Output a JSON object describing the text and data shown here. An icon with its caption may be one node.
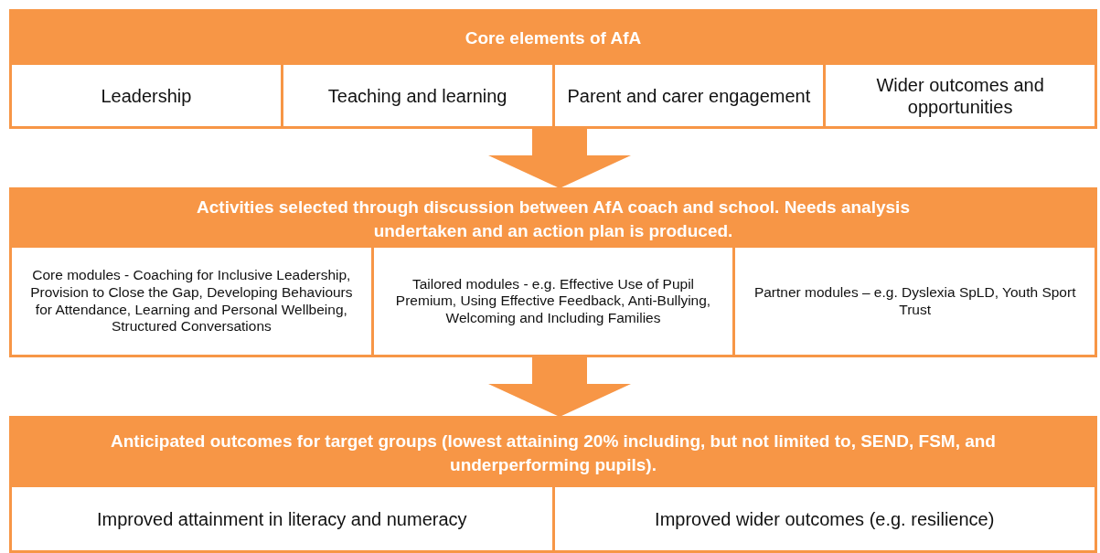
{
  "diagram": {
    "nodes": [
      {
        "text": [
          "Core elements of AfA"
        ]
      },
      {
        "text": [
          "Leadership"
        ],
        "in": 0
      },
      {
        "text": [
          "Teaching and learning"
        ],
        "in": 0
      },
      {
        "text": [
          "Parent and carer engagement"
        ],
        "in": 0
      },
      {
        "text": [
          "Wider outcomes and opportunities"
        ],
        "in": 0
      },
      {
        "text": [
          "Activities selected through discussion between AfA coach and school. Needs analysis undertaken and an action plan is produced."
        ]
      },
      {
        "text": [
          "Core modules - Coaching for Inclusive Leadership, Provision to Close the Gap, Developing Behaviours for Attendance, Learning and Personal Wellbeing, Structured Conversations"
        ],
        "in": 5
      },
      {
        "text": [
          "Tailored modules - e.g. Effective Use of Pupil Premium, Using Effective Feedback, Anti-Bullying, Welcoming and Including Families"
        ],
        "in": 5
      },
      {
        "text": [
          "Partner modules – e.g. Dyslexia SpLD, Youth Sport Trust"
        ],
        "in": 5
      },
      {
        "text": [
          "Anticipated outcomes for target groups (lowest attaining 20% including, but not limited to, SEND, FSM, and underperforming pupils)."
        ]
      },
      {
        "text": [
          "Improved attainment in literacy and numeracy"
        ],
        "in": 9
      },
      {
        "text": [
          "Improved wider outcomes (e.g. resilience)"
        ],
        "in": 9
      }
    ],
    "edges": [
      {
        "from": 0,
        "to": 5,
        "arrow": "to"
      },
      {
        "from": 5,
        "to": 9,
        "arrow": "to"
      }
    ]
  }
}
